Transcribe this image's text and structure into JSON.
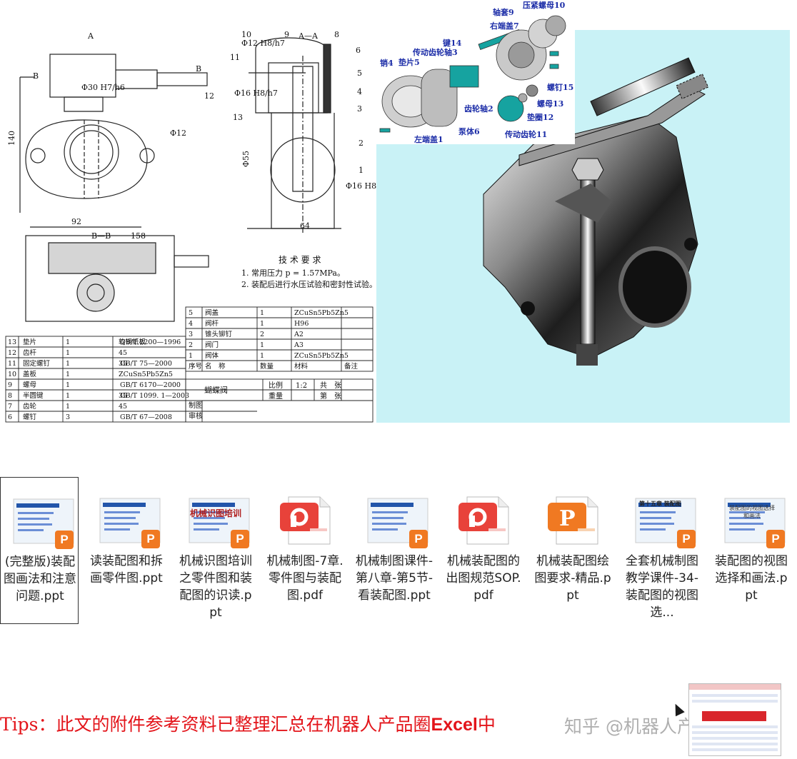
{
  "drawing": {
    "labels": {
      "A_top": "A",
      "A_side": "A",
      "AA": "A—A",
      "B_left": "B",
      "B_right": "B",
      "BB": "B—B",
      "phi12_h8": "Φ12 H8/h7",
      "phi30": "Φ30 H7/h6",
      "phi16": "Φ16 H8/h7",
      "phi16b": "Φ16 H8/f7",
      "phi12": "Φ12",
      "phi55": "Φ55",
      "d140": "140",
      "d92": "92",
      "d158": "158",
      "d64": "64",
      "n1": "1",
      "n2": "2",
      "n3": "3",
      "n4": "4",
      "n5": "5",
      "n6": "6",
      "n8": "8",
      "n9": "9",
      "n10": "10",
      "n11": "11",
      "n12": "12",
      "n13": "13"
    },
    "tech": {
      "title": "技 术 要 求",
      "line1": "1. 常用压力 p = 1.57MPa。",
      "line2": "2. 装配后进行水压试验和密封性试验。"
    },
    "bom_right": [
      [
        "5",
        "阀盖",
        "1",
        "ZCuSn5Pb5Zn5",
        ""
      ],
      [
        "4",
        "阀杆",
        "1",
        "H96",
        ""
      ],
      [
        "3",
        "锥头铆钉",
        "2",
        "A2",
        ""
      ],
      [
        "2",
        "阀门",
        "1",
        "A3",
        ""
      ],
      [
        "1",
        "阀体",
        "1",
        "ZCuSn5Pb5Zn5",
        ""
      ]
    ],
    "bom_right_header": [
      "序号",
      "名　称",
      "数量",
      "材料",
      "备注"
    ],
    "bom_left": [
      [
        "13",
        "垫片",
        "1",
        "软钢纸板",
        "QB/T 2200—1996"
      ],
      [
        "12",
        "齿杆",
        "1",
        "45",
        ""
      ],
      [
        "11",
        "固定螺钉",
        "1",
        "35",
        "GB/T 75—2000"
      ],
      [
        "10",
        "盖板",
        "1",
        "ZCuSn5Pb5Zn5",
        ""
      ],
      [
        "9",
        "螺母",
        "1",
        "",
        "GB/T 6170—2000"
      ],
      [
        "8",
        "半圆键",
        "1",
        "35",
        "GB/T 1099. 1—2003"
      ],
      [
        "7",
        "齿轮",
        "1",
        "45",
        ""
      ],
      [
        "6",
        "螺钉",
        "3",
        "",
        "GB/T 67—2008"
      ]
    ],
    "title_block": {
      "name": "蝴蝶阀",
      "scale_label": "比例",
      "scale": "1:2",
      "total": "共　张",
      "weight": "重量",
      "sheet": "第　张",
      "drawn": "制图",
      "checked": "审核"
    }
  },
  "exploded": {
    "labels": {
      "p10": "压紧螺母10",
      "p9": "轴套9",
      "p7": "右端盖7",
      "p14": "键14",
      "p3": "传动齿轮轴3",
      "p4": "销4",
      "p5": "垫片5",
      "p15": "螺钉15",
      "p13": "螺母13",
      "p12": "垫圈12",
      "p2": "齿轮轴2",
      "p6": "泵体6",
      "p11": "传动齿轮11",
      "p1": "左端盖1"
    }
  },
  "files": [
    {
      "name": "(完整版)装配图画法和注意问题.ppt",
      "type": "ppt",
      "selected": true
    },
    {
      "name": "读装配图和拆画零件图.ppt",
      "type": "ppt",
      "selected": false
    },
    {
      "name": "机械识图培训之零件图和装配图的识读.ppt",
      "type": "ppt",
      "selected": false
    },
    {
      "name": "机械制图-7章.零件图与装配图.pdf",
      "type": "pdf",
      "selected": false
    },
    {
      "name": "机械制图课件-第八章-第5节-看装配图.ppt",
      "type": "ppt",
      "selected": false
    },
    {
      "name": "机械装配图的出图规范SOP.pdf",
      "type": "pdf",
      "selected": false
    },
    {
      "name": "机械装配图绘图要求-精品.ppt",
      "type": "ppt-doc",
      "selected": false
    },
    {
      "name": "全套机械制图教学课件-34-装配图的视图选...",
      "type": "ppt",
      "selected": false
    },
    {
      "name": "装配图的视图选择和画法.ppt",
      "type": "ppt",
      "selected": false
    }
  ],
  "thumb_text": {
    "t3": "机械识图培训",
    "t8": "第十五章 装配图",
    "t9": "装配图的视图选择和画法"
  },
  "badge_letter": "P",
  "tips": {
    "prefix": "Tips：",
    "text": "此文的附件参考资料已整理汇总在机器人产品圈",
    "excel": "Excel",
    "suffix": "中"
  },
  "watermark": "知乎 @机器人产品圈",
  "colors": {
    "accent_red": "#e3141a",
    "ppt_orange": "#f07922",
    "pdf_red": "#e8423a",
    "exploded_label": "#1d2ea8",
    "render_bg": "#c9f2f6"
  }
}
